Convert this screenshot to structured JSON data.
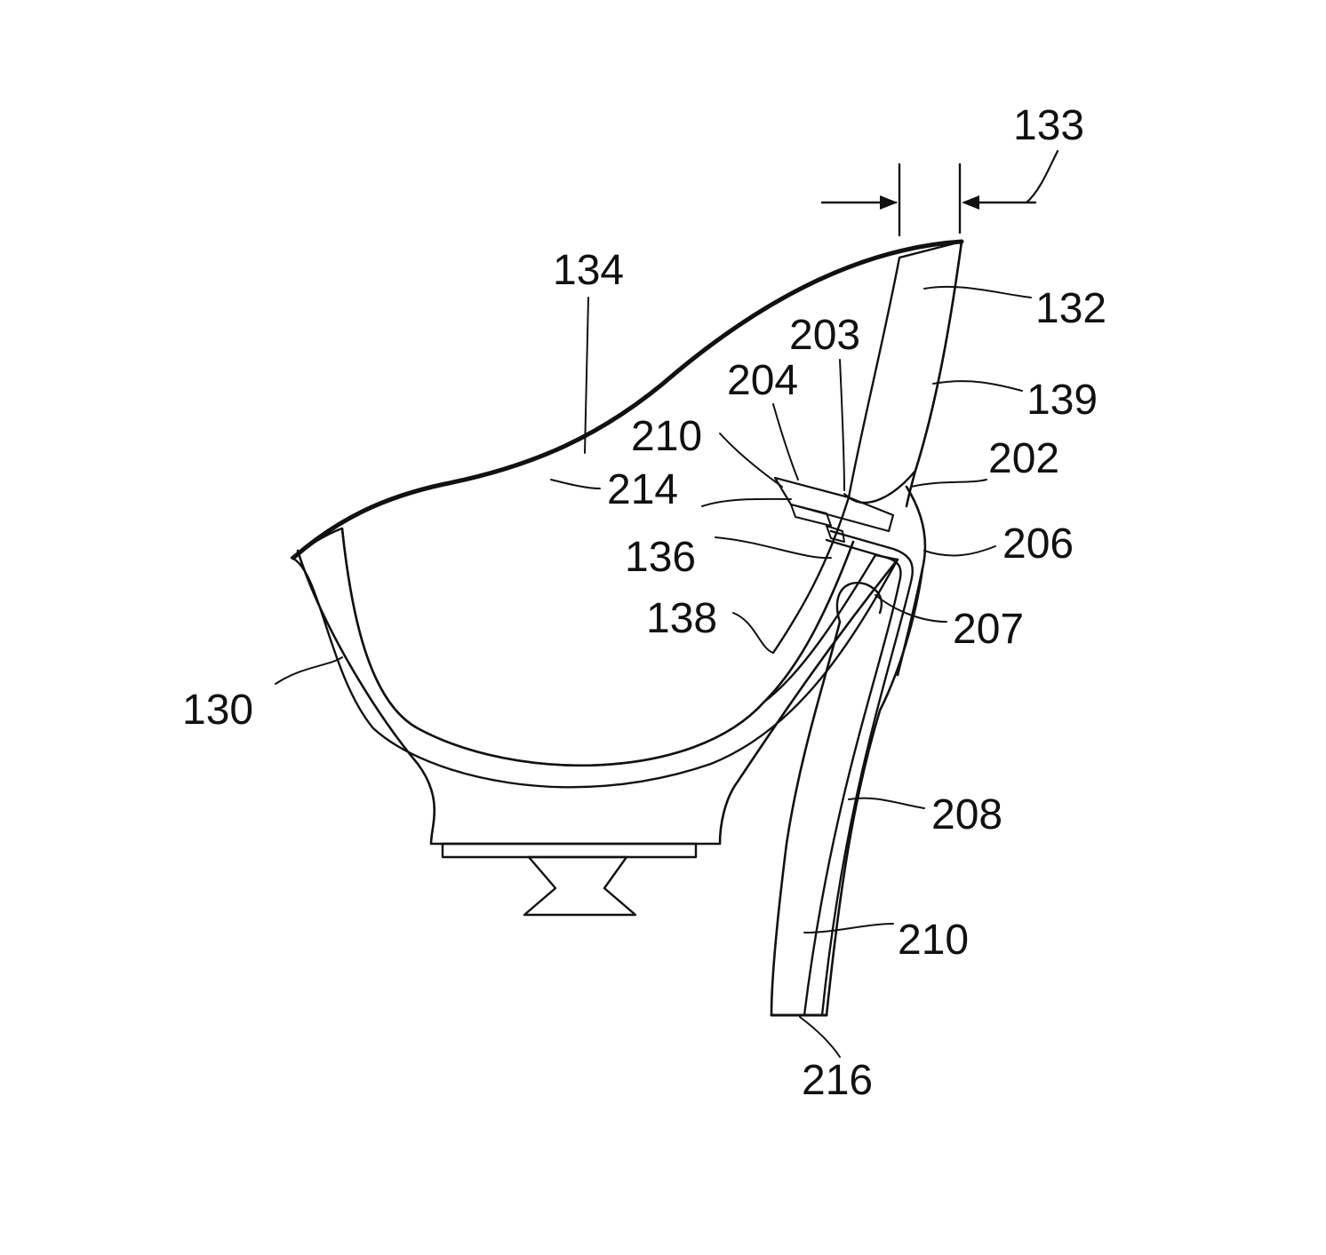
{
  "colors": {
    "ink": "#111111",
    "background": "#ffffff"
  },
  "labels": {
    "r133": "133",
    "r134": "134",
    "r132": "132",
    "r203": "203",
    "r204": "204",
    "r139": "139",
    "r210_top": "210",
    "r202": "202",
    "r214": "214",
    "r206": "206",
    "r136": "136",
    "r138": "138",
    "r207": "207",
    "r130": "130",
    "r208": "208",
    "r210_bottom": "210",
    "r216": "216"
  }
}
